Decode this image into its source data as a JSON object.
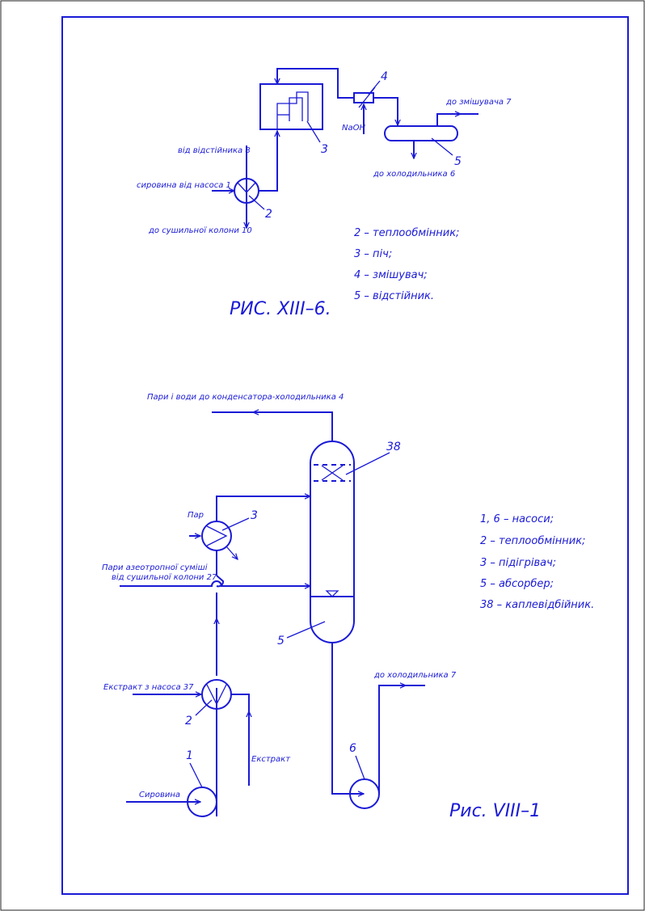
{
  "colors": {
    "line": "#1a1ad6",
    "frame_outer": "#222222",
    "background": "#ffffff"
  },
  "fig_top": {
    "caption": "РИС. XIII–6.",
    "streams": {
      "from_settler": "від відстійника 8",
      "raw_from_pump": "сировина від насоса 1",
      "to_drying_column": "до сушильної колони 10",
      "naoh": "NaOH",
      "to_mixer": "до змішувача 7",
      "to_cooler": "до холодильника 6"
    },
    "numbers": {
      "n2": "2",
      "n3": "3",
      "n4": "4",
      "n5": "5"
    },
    "legend": [
      "2 – теплообмінник;",
      "3 – піч;",
      "4 – змішувач;",
      "5 – відстійник."
    ]
  },
  "fig_bottom": {
    "caption": "Рис. VIII–1",
    "streams": {
      "vapors_top": "Пари і води до конденсатора-холодильника 4",
      "steam": "Пар",
      "azeo_line1": "Пари азеотропної суміші",
      "azeo_line2": "від сушильної колони 27",
      "extract_from_pump": "Екстракт з насоса 37",
      "extract": "Екстракт",
      "raw": "Сировина",
      "to_cooler7": "до холодильника 7"
    },
    "numbers": {
      "n1": "1",
      "n2": "2",
      "n3": "3",
      "n5": "5",
      "n6": "6",
      "n38": "38"
    },
    "legend": [
      "1, 6 – насоси;",
      "2 – теплообмінник;",
      "3 – підігрівач;",
      "5 – абсорбер;",
      "38 – каплевідбійник."
    ]
  }
}
